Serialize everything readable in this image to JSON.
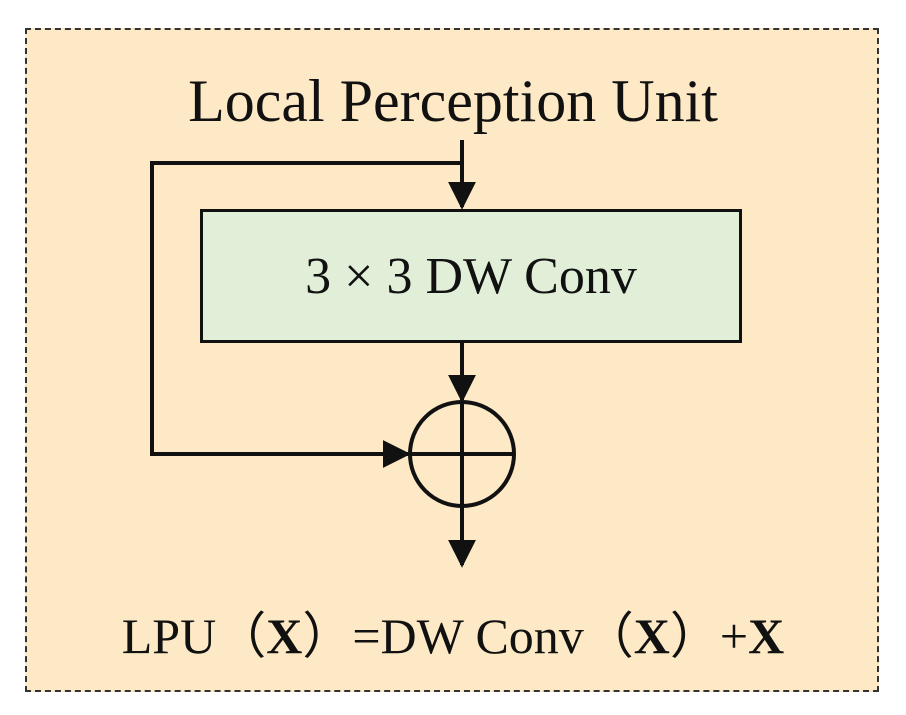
{
  "diagram": {
    "title": "Local Perception Unit",
    "block_label": "3 × 3 DW Conv",
    "formula": {
      "prefix": "LPU（",
      "x1": "X",
      "middle": "）=DW Conv（",
      "x2": "X",
      "suffix": "）+",
      "x3": "X"
    }
  },
  "colors": {
    "panel_background": "#fde9c5",
    "block_fill": "#e1efd9",
    "stroke": "#111111"
  }
}
